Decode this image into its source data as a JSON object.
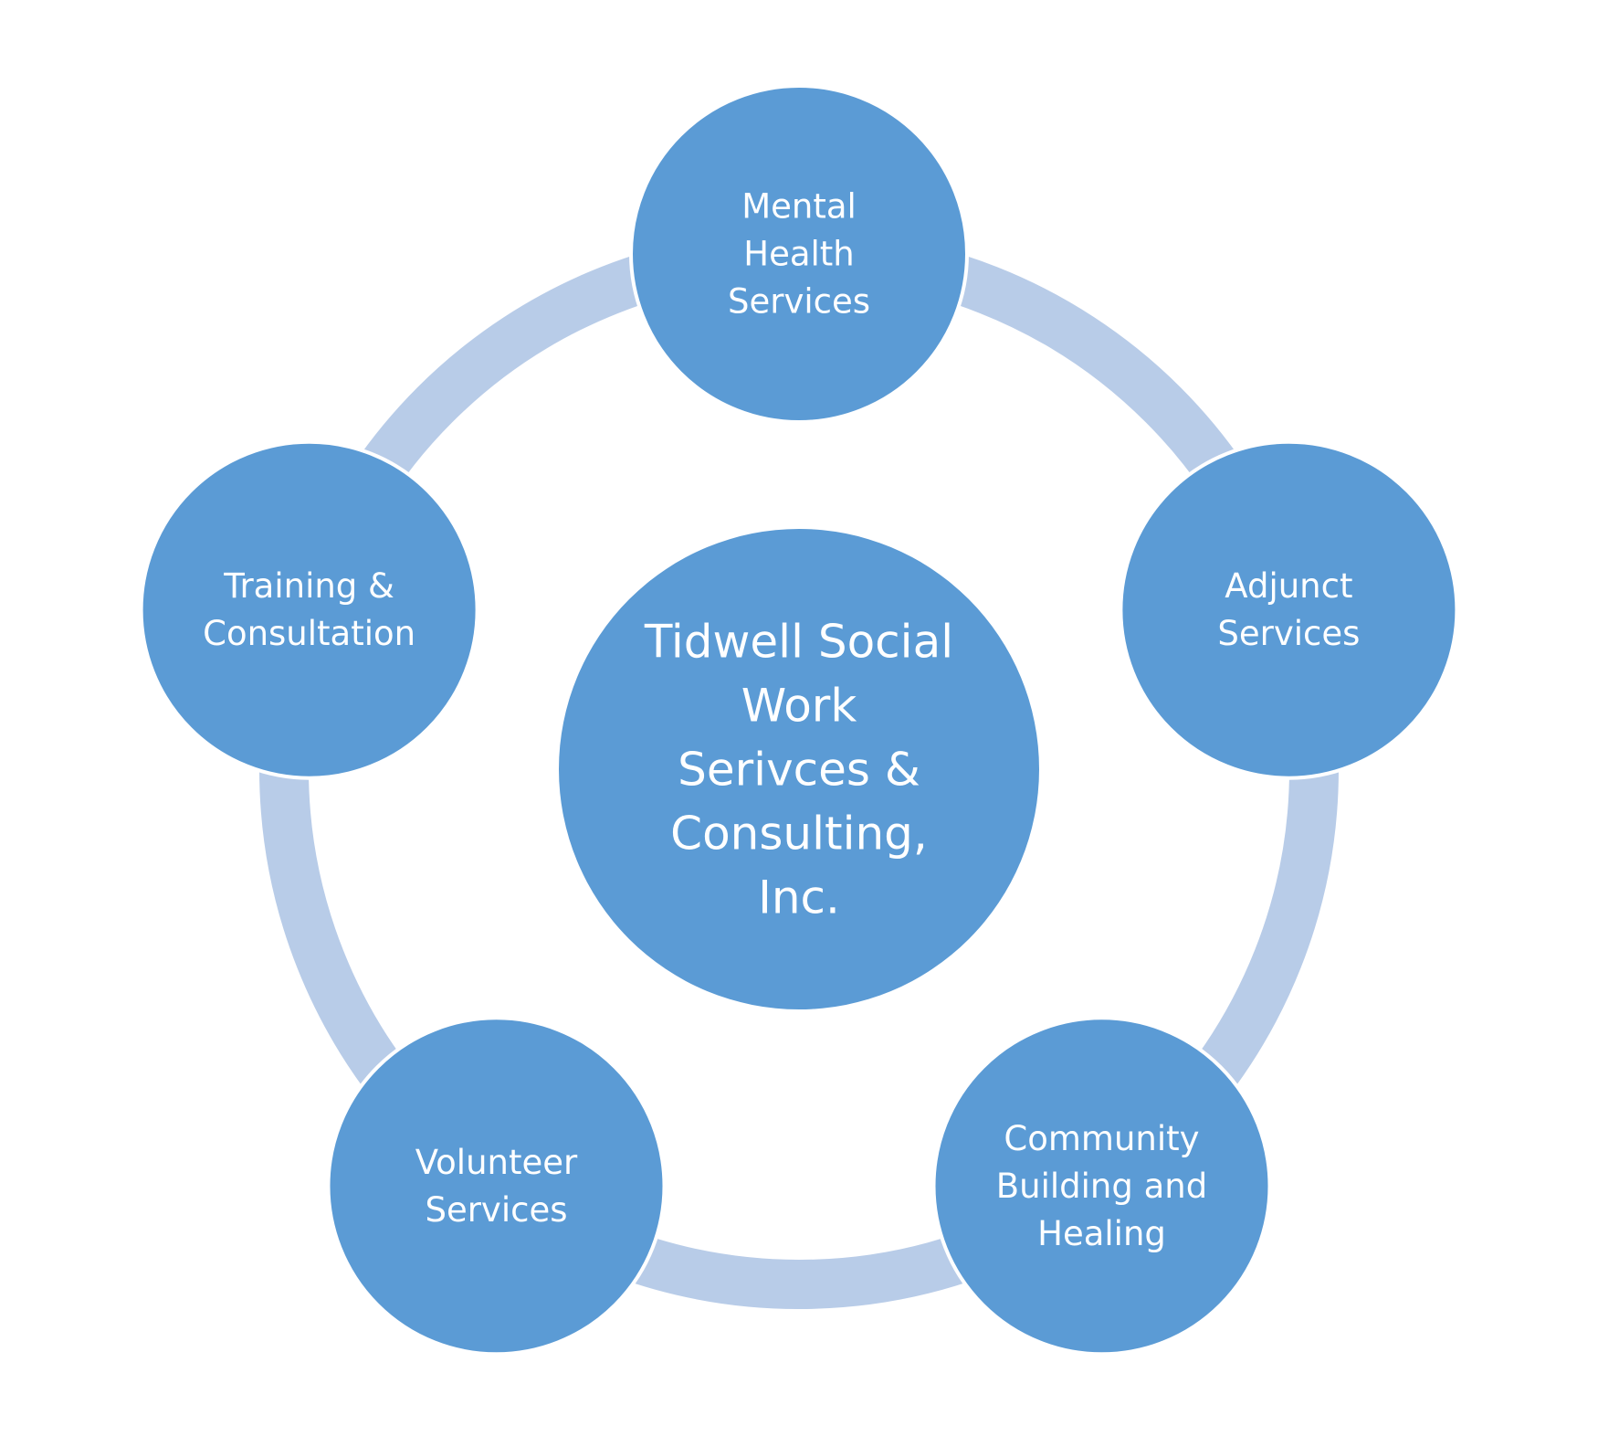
{
  "colors": {
    "node_fill": "#5b9bd5",
    "ring": "#b8cce8",
    "text": "#ffffff",
    "background": "#ffffff"
  },
  "hub": {
    "lines": [
      "Tidwell Social",
      "Work",
      "Serivces &",
      "Consulting,",
      "Inc."
    ]
  },
  "nodes": [
    {
      "id": "mental-health-services",
      "lines": [
        "Mental",
        "Health",
        "Services"
      ]
    },
    {
      "id": "adjunct-services",
      "lines": [
        "Adjunct",
        "Services"
      ]
    },
    {
      "id": "community-building-and-healing",
      "lines": [
        "Community",
        "Building and",
        "Healing"
      ]
    },
    {
      "id": "volunteer-services",
      "lines": [
        "Volunteer",
        "Services"
      ]
    },
    {
      "id": "training-consultation",
      "lines": [
        "Training &",
        "Consultation"
      ]
    }
  ]
}
